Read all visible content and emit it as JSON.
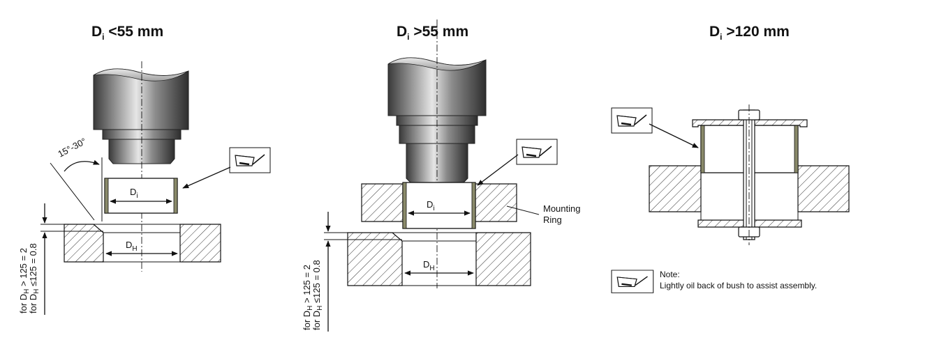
{
  "panels": [
    {
      "title_main": "D",
      "title_sub": "i",
      "title_rest": " <55 mm"
    },
    {
      "title_main": "D",
      "title_sub": "i",
      "title_rest": " >55 mm"
    },
    {
      "title_main": "D",
      "title_sub": "i",
      "title_rest": " >120 mm"
    }
  ],
  "labels": {
    "angle": "15°-30°",
    "di_main": "D",
    "di_sub": "i",
    "dh_main": "D",
    "dh_sub": "H",
    "mounting_ring_line1": "Mounting",
    "mounting_ring_line2": "Ring",
    "chamfer_line1_a": "for D",
    "chamfer_line1_sub": "H",
    "chamfer_line1_b": " ≤125 = 0.8",
    "chamfer_line2_a": "for D",
    "chamfer_line2_sub": "H",
    "chamfer_line2_b": " > 125 = 2"
  },
  "note": {
    "heading": "Note:",
    "text": "Lightly oil back of bush to assist assembly."
  },
  "icons": [
    "oil-can-icon"
  ]
}
